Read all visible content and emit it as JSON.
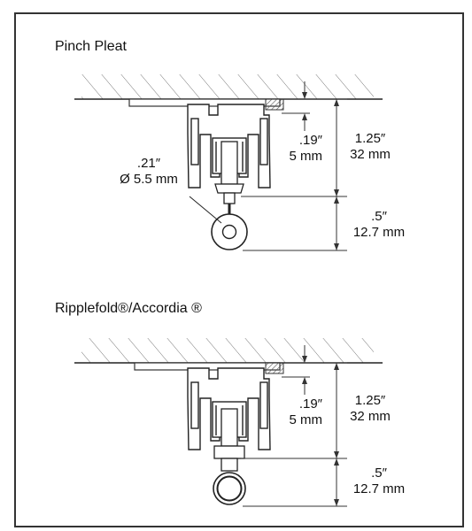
{
  "sections": [
    {
      "title": "Pinch Pleat",
      "hole_dia_imperial": ".21″",
      "hole_dia_metric": "Ø 5.5 mm",
      "inner_imperial": ".19″",
      "inner_metric": "5 mm",
      "track_imperial": "1.25″",
      "track_metric": "32 mm",
      "carrier_imperial": ".5″",
      "carrier_metric": "12.7 mm"
    },
    {
      "title": "Ripplefold®/Accordia ®",
      "inner_imperial": ".19″",
      "inner_metric": "5 mm",
      "track_imperial": "1.25″",
      "track_metric": "32 mm",
      "carrier_imperial": ".5″",
      "carrier_metric": "12.7 mm"
    }
  ]
}
